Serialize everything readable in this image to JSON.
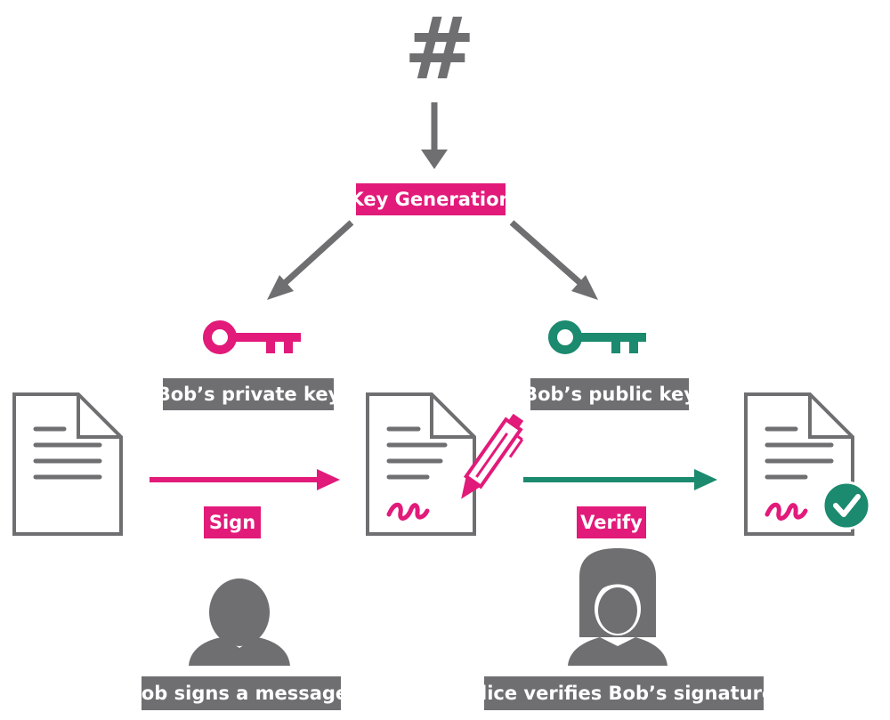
{
  "labels": {
    "key_generation": "Key Generation",
    "private_key": "Bob’s private key",
    "public_key": "Bob’s public key",
    "sign": "Sign",
    "verify": "Verify",
    "bob_caption": "Bob signs a message.",
    "alice_caption": "Alice verifies Bob’s signature."
  },
  "symbols": {
    "hash": "#"
  },
  "colors": {
    "pink": "#e21a7a",
    "green": "#1b8a6e",
    "gray": "#6f6f72"
  },
  "icons": {
    "hash": "hash-icon",
    "private_key": "key-icon",
    "public_key": "key-icon",
    "unsigned_document": "document-icon",
    "signed_document": "signed-document-icon",
    "pen": "pen-icon",
    "verified_document": "verified-document-icon",
    "check": "check-circle-icon",
    "bob": "person-icon",
    "alice": "person-icon"
  }
}
